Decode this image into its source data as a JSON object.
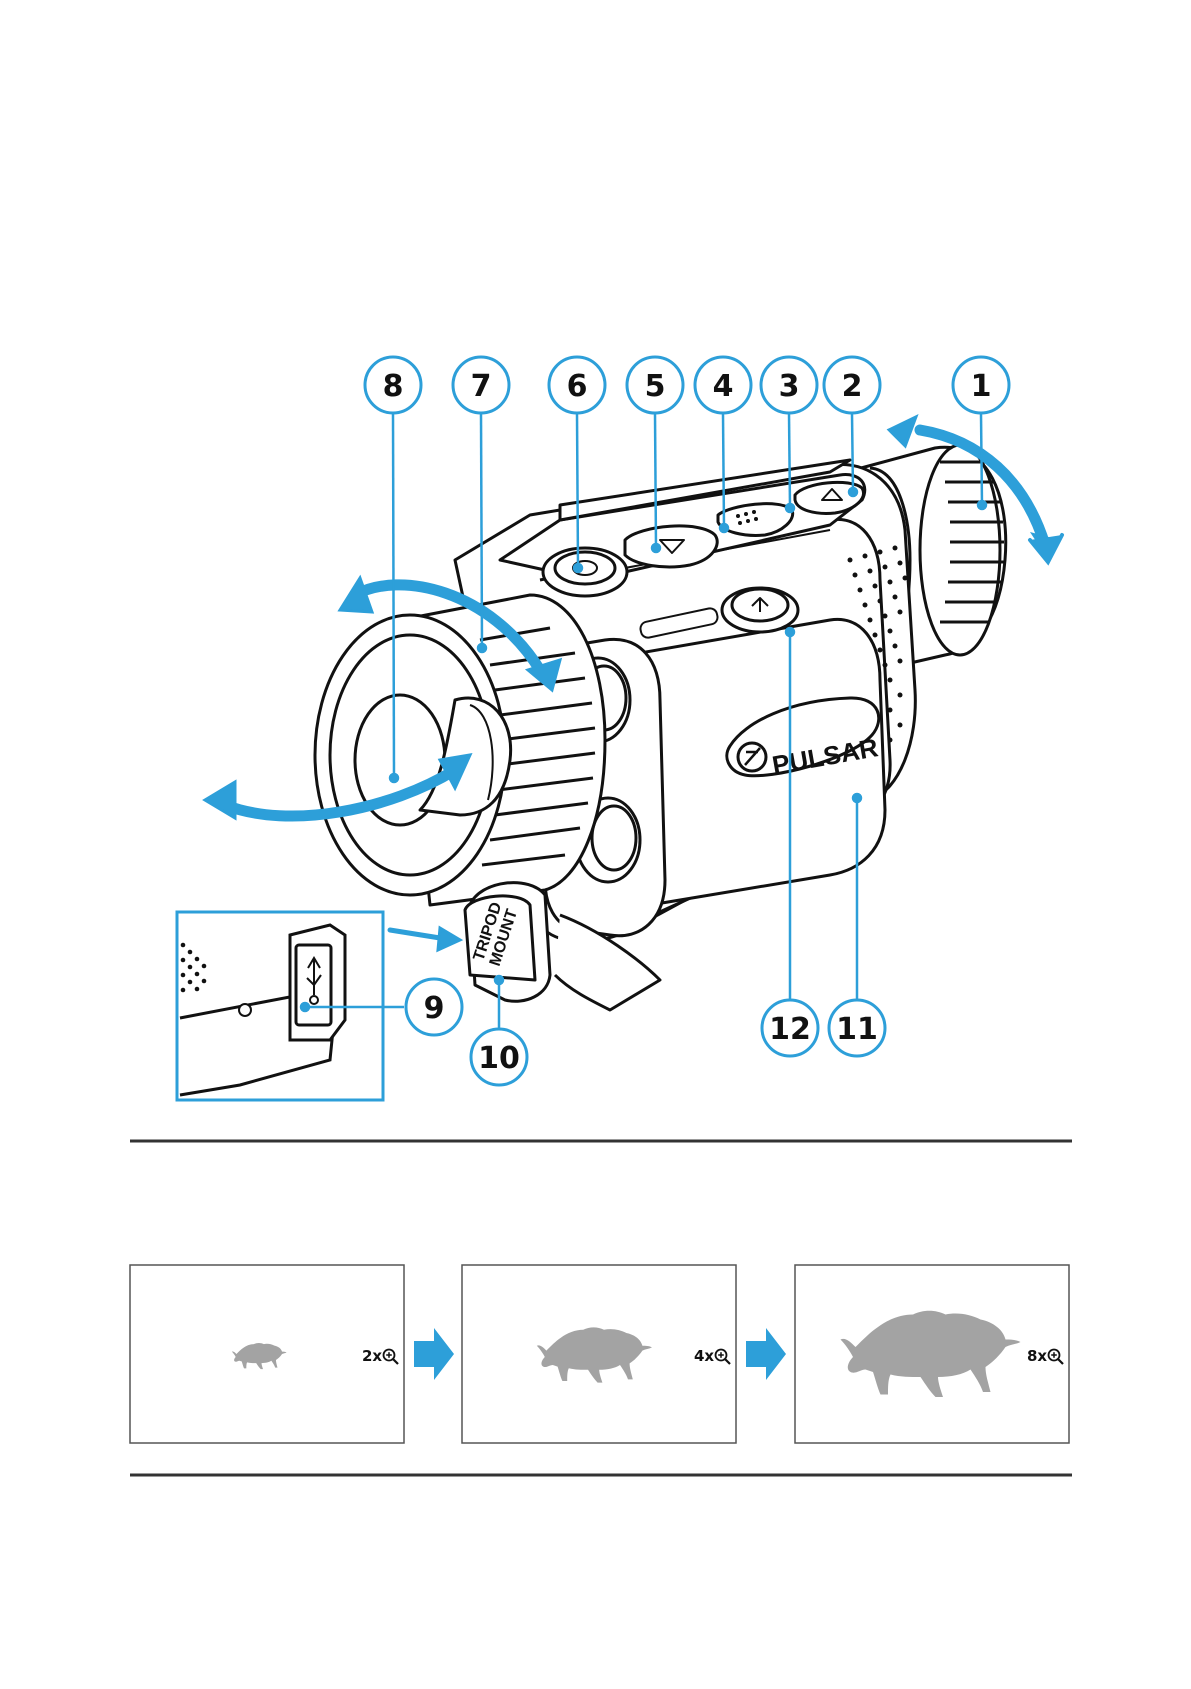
{
  "diagram": {
    "callouts": [
      "1",
      "2",
      "3",
      "4",
      "5",
      "6",
      "7",
      "8",
      "9",
      "10",
      "11",
      "12"
    ],
    "brand_text": "PULSAR",
    "tripod_text_line1": "TRIPOD",
    "tripod_text_line2": "MOUNT"
  },
  "zoom_strip": {
    "frames": [
      {
        "label": "2x",
        "scale": 0.38
      },
      {
        "label": "4x",
        "scale": 0.8
      },
      {
        "label": "8x",
        "scale": 1.25
      }
    ]
  },
  "colors": {
    "accent": "#2d9fd9",
    "outline": "#111111",
    "silhouette": "#a3a3a3"
  },
  "icons": {
    "zoom": "zoom-in-icon",
    "arrow": "arrow-right-icon",
    "usb": "usb-icon",
    "power": "power-icon"
  }
}
